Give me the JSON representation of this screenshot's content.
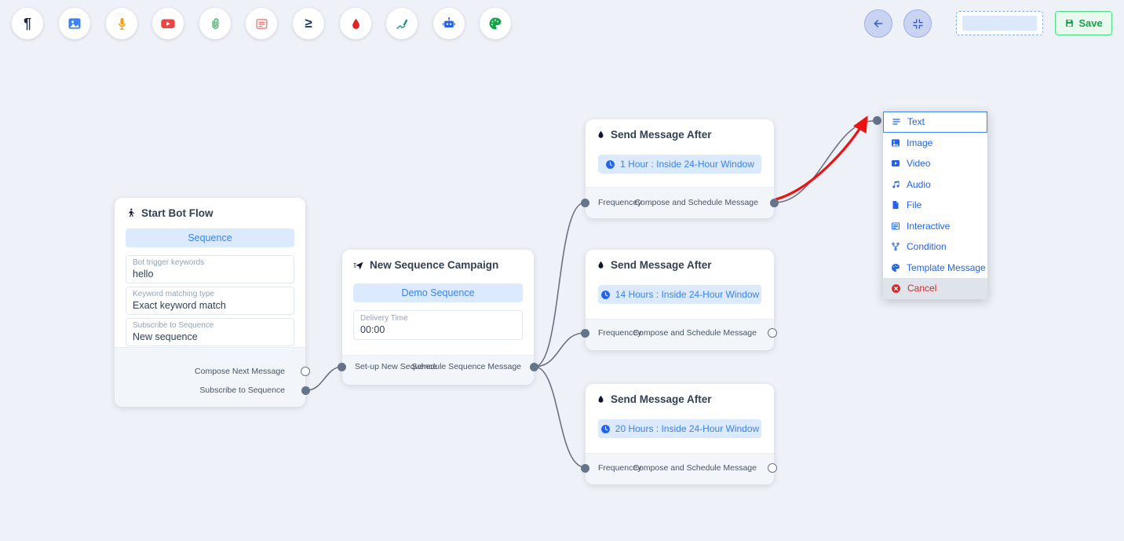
{
  "topbar": {
    "save_label": "Save",
    "flow_name_value": ""
  },
  "toolbar": {
    "icons": [
      {
        "name": "paragraph-icon"
      },
      {
        "name": "image-icon"
      },
      {
        "name": "microphone-icon"
      },
      {
        "name": "youtube-icon"
      },
      {
        "name": "attachment-icon"
      },
      {
        "name": "interactive-card-icon"
      },
      {
        "name": "condition-icon"
      },
      {
        "name": "drip-icon"
      },
      {
        "name": "signature-icon"
      },
      {
        "name": "chatbot-icon"
      },
      {
        "name": "template-palette-icon"
      }
    ]
  },
  "canvas": {
    "nodes": {
      "start": {
        "title": "Start Bot Flow",
        "sequence_button": "Sequence",
        "fields": [
          {
            "label": "Bot trigger keywords",
            "value": "hello"
          },
          {
            "label": "Keyword matching type",
            "value": "Exact keyword match"
          },
          {
            "label": "Subscribe to Sequence",
            "value": "New sequence"
          }
        ],
        "outputs": [
          {
            "label": "Compose Next Message",
            "connected": false
          },
          {
            "label": "Subscribe to Sequence",
            "connected": true
          }
        ]
      },
      "campaign": {
        "title": "New Sequence Campaign",
        "sequence_button": "Demo Sequence",
        "field": {
          "label": "Delivery Time",
          "value": "00:00"
        },
        "ports": [
          {
            "label": "Set-up New Sequence"
          },
          {
            "label": "Schedule Sequence Message"
          }
        ]
      },
      "sma": [
        {
          "title": "Send Message After",
          "schedule": "1 Hour : Inside 24-Hour Window",
          "input_label": "Frequencey",
          "output_label": "Compose and Schedule Message",
          "output_connected": true
        },
        {
          "title": "Send Message After",
          "schedule": "14 Hours : Inside 24-Hour Window",
          "input_label": "Frequencey",
          "output_label": "Compose and Schedule Message",
          "output_connected": false
        },
        {
          "title": "Send Message After",
          "schedule": "20 Hours : Inside 24-Hour Window",
          "input_label": "Frequencey",
          "output_label": "Compose and Schedule Message",
          "output_connected": false
        }
      ]
    },
    "context_menu": {
      "items": [
        {
          "label": "Text",
          "icon": "text-lines-icon"
        },
        {
          "label": "Image",
          "icon": "image-icon"
        },
        {
          "label": "Video",
          "icon": "video-icon"
        },
        {
          "label": "Audio",
          "icon": "audio-icon"
        },
        {
          "label": "File",
          "icon": "file-icon"
        },
        {
          "label": "Interactive",
          "icon": "interactive-icon"
        },
        {
          "label": "Condition",
          "icon": "condition-branch-icon"
        },
        {
          "label": "Template Message",
          "icon": "template-message-icon"
        },
        {
          "label": "Cancel",
          "icon": "cancel-icon"
        }
      ]
    }
  },
  "colors": {
    "accent": "#3b82f6",
    "chip_bg": "#dbeafe",
    "edge": "#6b7280",
    "drag_arrow": "#ee1111",
    "save_green": "#16a34a",
    "cancel_red": "#dc2626",
    "background": "#eef1f7"
  }
}
